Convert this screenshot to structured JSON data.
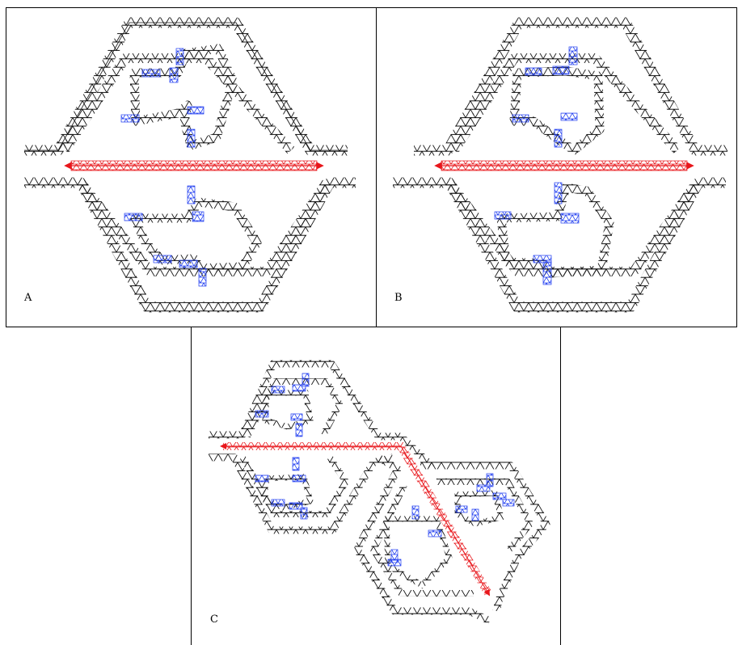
{
  "panels": [
    {
      "id": "A",
      "label": "A"
    },
    {
      "id": "B",
      "label": "B"
    },
    {
      "id": "C",
      "label": "C"
    }
  ],
  "colors": {
    "wire": "#111111",
    "connector": "#1f3df0",
    "signal": "#e8161b",
    "frame": "#000000"
  },
  "icons": {
    "signal_arrow": "double-headed-arrow-icon"
  }
}
